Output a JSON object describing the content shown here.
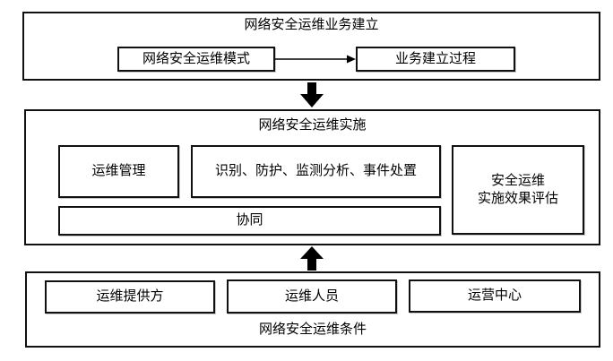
{
  "diagram": {
    "top_section": {
      "title": "网络安全运维业务建立",
      "mode_box": "网络安全运维模式",
      "process_box": "业务建立过程"
    },
    "middle_section": {
      "title": "网络安全运维实施",
      "management_box": "运维管理",
      "identification_box": "识别、防护、监测分析、事件处置",
      "collaboration_box": "协同",
      "evaluation_box": "安全运维\n实施效果评估"
    },
    "bottom_section": {
      "title": "网络安全运维条件",
      "provider_box": "运维提供方",
      "personnel_box": "运维人员",
      "center_box": "运营中心"
    },
    "icons": {
      "mode_to_process_arrow": "thin-right-arrow",
      "flow_down_arrow": "solid-block-down-arrow",
      "flow_up_arrow": "solid-block-up-arrow"
    },
    "colors": {
      "border": "#111111",
      "background": "#ffffff",
      "text": "#000000",
      "arrow_fill": "#000000"
    }
  }
}
